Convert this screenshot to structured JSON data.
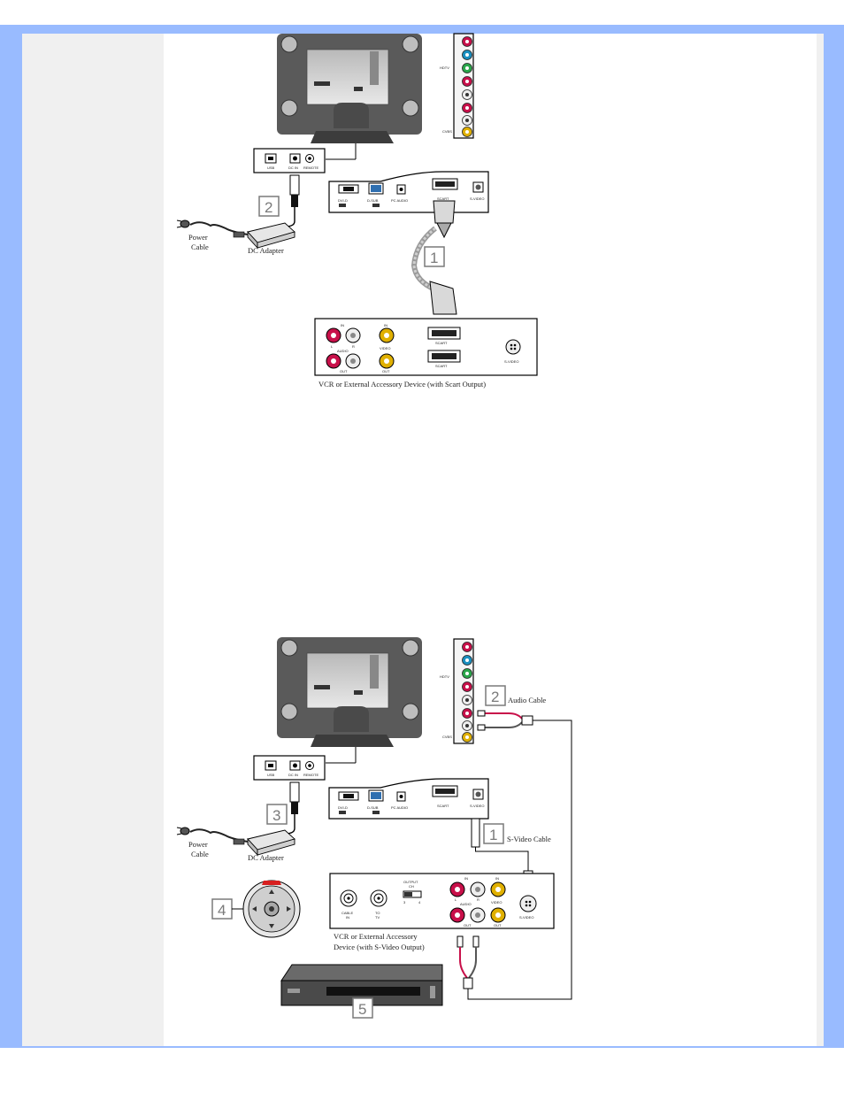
{
  "colors": {
    "frame": "#99bbff",
    "side_column": "#f0f0f0",
    "content": "#ffffff",
    "jack_red": "#c8104a",
    "jack_blue": "#1a8fc0",
    "jack_green": "#2aa64a",
    "jack_yellow": "#e0b000",
    "monitor_body": "#5a5a5a"
  },
  "diagram1": {
    "power_cable_label_1": "Power",
    "power_cable_label_2": "Cable",
    "dc_adapter_label": "DC Adapter",
    "step_scart": "1",
    "step_power": "2",
    "hdtv_label": "HDTV",
    "cvbs_label": "CVBS",
    "usb_label": "USB",
    "dcin_label": "DC IN",
    "remote_label": "REMOTE",
    "dvid_label": "DVI-D",
    "dsub_label": "D-SUB",
    "pcaudio_label": "PC AUDIO",
    "scart_label": "SCART",
    "svideo_label": "S-VIDEO",
    "vcr": {
      "in_label": "IN",
      "in_video_label": "IN",
      "l_label": "L",
      "r_label": "R",
      "audio_label": "AUDIO",
      "video_label": "VIDEO",
      "out_label": "OUT",
      "out_video_label": "OUT",
      "scart_label_1": "SCART",
      "scart_label_2": "SCART",
      "svideo_label": "S-VIDEO",
      "caption": "VCR or External Accessory Device (with Scart Output)"
    }
  },
  "diagram2": {
    "power_cable_label_1": "Power",
    "power_cable_label_2": "Cable",
    "dc_adapter_label": "DC Adapter",
    "step_svideo": "1",
    "step_audio": "2",
    "step_power": "3",
    "step_remote": "4",
    "step_vcr": "5",
    "audio_cable_label": "Audio Cable",
    "svideo_cable_label": "S-Video Cable",
    "hdtv_label": "HDTV",
    "cvbs_label": "CVBS",
    "usb_label": "USB",
    "dcin_label": "DC IN",
    "remote_label": "REMOTE",
    "dvid_label": "DVI-D",
    "dsub_label": "D-SUB",
    "pcaudio_label": "PC AUDIO",
    "scart_label": "SCART",
    "svideo_label": "S-VIDEO",
    "vcr": {
      "cable_in_label_1": "CABLE",
      "cable_in_label_2": "IN",
      "to_tv_label_1": "TO",
      "to_tv_label_2": "TV",
      "output_label_1": "OUTPUT",
      "output_label_2": "CH",
      "ch3": "3",
      "ch4": "4",
      "in_label": "IN",
      "in_video_label": "IN",
      "l_label": "L",
      "r_label": "R",
      "audio_label": "AUDIO",
      "video_label": "VIDEO",
      "out_label": "OUT",
      "out_video_label": "OUT",
      "svideo_label": "S-VIDEO",
      "caption_1": "VCR or External Accessory",
      "caption_2": "Device (with S-Video Output)"
    }
  }
}
